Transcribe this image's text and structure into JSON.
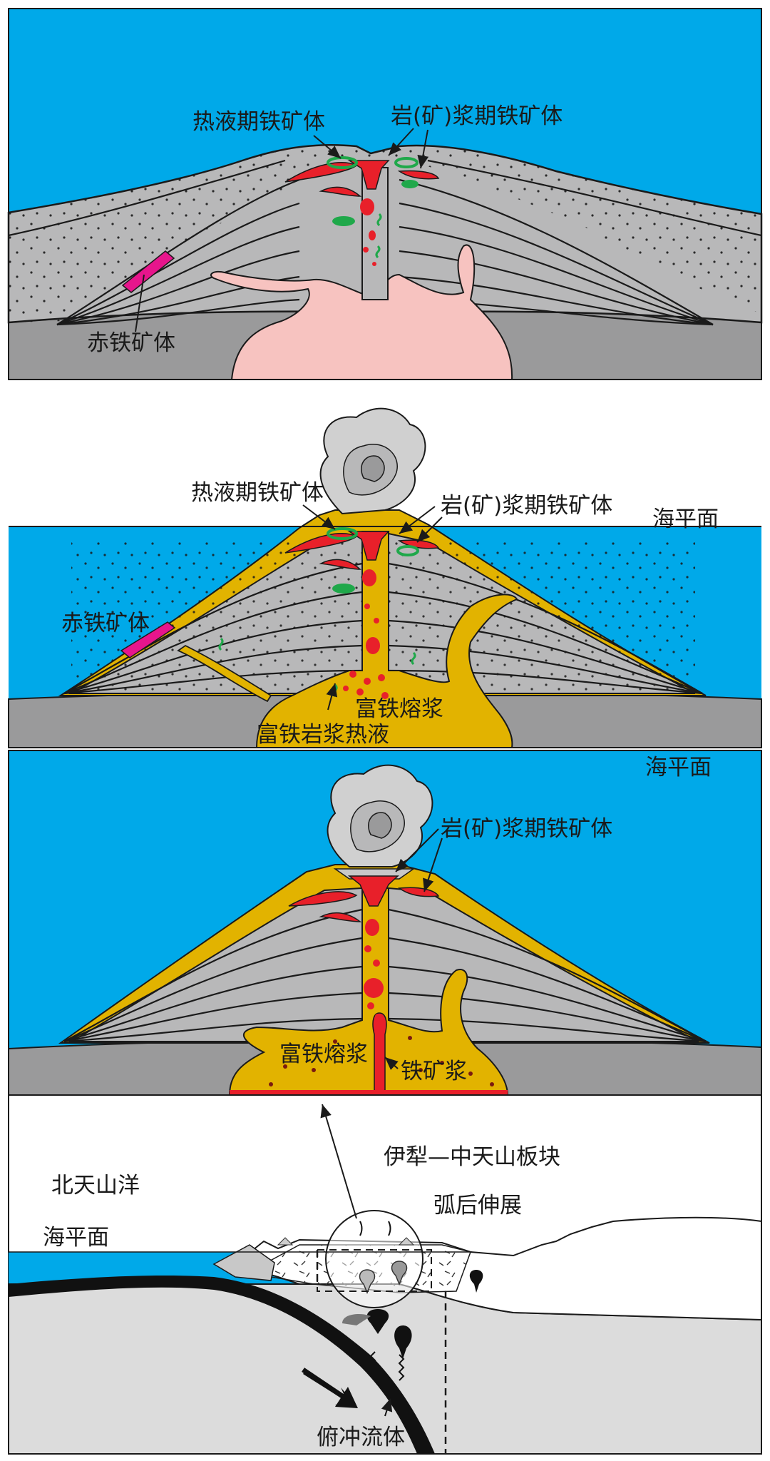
{
  "colors": {
    "sea": "#00a9e9",
    "basement": "#9a9a9b",
    "strata": "#b8b8b9",
    "pink_intrusion": "#f7c3c0",
    "yellow_magma": "#e2b300",
    "red_ore": "#e8202a",
    "green_alteration": "#1fa84a",
    "magenta_hematite": "#e7158c",
    "crust_light": "#dcdcdc",
    "slab": "#111111",
    "plume": "#d0d0d0"
  },
  "panel1": {
    "hydrothermal_label": "热液期铁矿体",
    "magmatic_label": "岩(矿)浆期铁矿体",
    "hematite_label": "赤铁矿体"
  },
  "panel2": {
    "hydrothermal_label": "热液期铁矿体",
    "magmatic_label": "岩(矿)浆期铁矿体",
    "sea_level_label": "海平面",
    "hematite_label": "赤铁矿体",
    "fe_rich_melt_label": "富铁熔浆",
    "fe_rich_fluid_label": "富铁岩浆热液"
  },
  "panel3": {
    "sea_level_label": "海平面",
    "magmatic_label": "岩(矿)浆期铁矿体",
    "fe_rich_melt_label": "富铁熔浆",
    "iron_ore_magma_label": "铁矿浆"
  },
  "panel4": {
    "plate_label": "伊犁—中天山板块",
    "ocean_label": "北天山洋",
    "backarc_label": "弧后伸展",
    "sea_level_label": "海平面",
    "fluid_label": "俯冲流体"
  }
}
